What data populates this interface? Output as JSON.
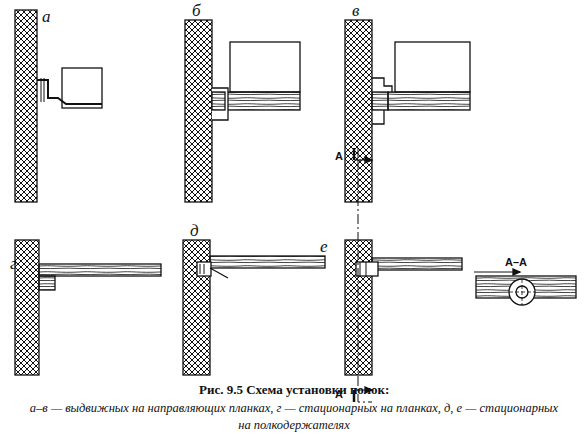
{
  "diagram": {
    "caption": "Рис. 9.5 Схема установки полок:",
    "labels": [
      "а",
      "б",
      "в",
      "г",
      "д",
      "е",
      "А",
      "А",
      "А–А",
      "а–в — выдвижных на направляющих планках, г — стационарных на планках, д, е — стационарных на полкодержателях"
    ]
  }
}
